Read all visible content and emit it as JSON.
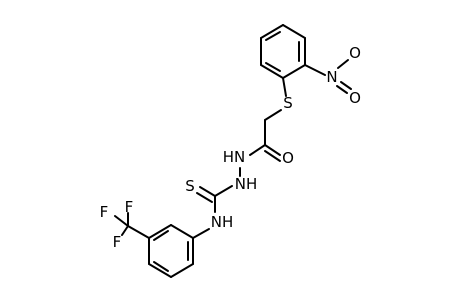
{
  "molecule": {
    "atoms": {
      "nitro_n": "N",
      "nitro_o_top": "O",
      "nitro_o_bottom": "O",
      "sulfur": "S",
      "carbonyl_o": "O",
      "hydrazide_nh_1": "HN",
      "hydrazide_nh_2": "NH",
      "thione_s": "S",
      "amide_nh": "NH",
      "fluorine_top": "F",
      "fluorine_left": "F",
      "fluorine_bottom": "F"
    },
    "colors": {
      "bond": "#000000",
      "label": "#000000",
      "background": "#ffffff"
    }
  }
}
